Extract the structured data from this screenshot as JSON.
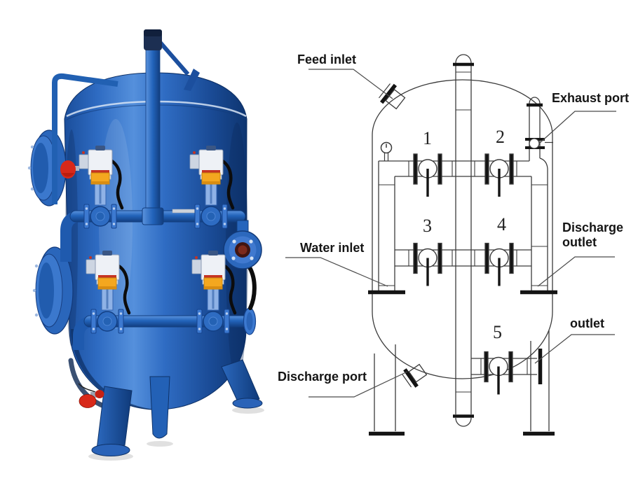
{
  "diagram": {
    "labels": {
      "feed_inlet": "Feed inlet",
      "exhaust_port": "Exhaust port",
      "water_inlet": "Water inlet",
      "discharge_outlet_line1": "Discharge",
      "discharge_outlet_line2": "outlet",
      "outlet": "outlet",
      "discharge_port": "Discharge port"
    },
    "valve_numbers": [
      "1",
      "2",
      "3",
      "4",
      "5"
    ],
    "line_color": "#3b3b3b"
  },
  "photo": {
    "colors": {
      "tank_blue": "#2e6cc2",
      "tank_blue_dark": "#0e3570",
      "actuator_amber": "#f4a71f",
      "handle_red": "#d8291a"
    }
  }
}
